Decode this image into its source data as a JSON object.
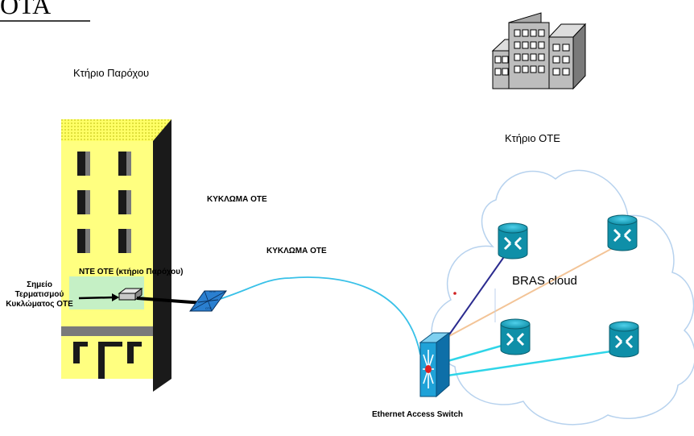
{
  "heading_fragment": "ΟΤΑ",
  "labels": {
    "provider_building": "Κτήριο Παρόχου",
    "ote_building": "Κτήριο ΟΤΕ",
    "circuit_label_1": "ΚΥΚΛΩΜΑ ΟΤΕ",
    "circuit_label_2": "ΚΥΚΛΩΜΑ ΟΤΕ",
    "nte_label": "NTE OTE (κτήριο Παρόχου)",
    "termination_line1": "Σημείο",
    "termination_line2": "Τερματισμού",
    "termination_line3": "Κυκλώματος ΟΤΕ",
    "bras_cloud": "BRAS cloud",
    "ethernet_switch": "Ethernet Access Switch",
    "nte_device_top": "NTE",
    "nte_device_bottom": "OTE"
  },
  "colors": {
    "building_yellow": "#ffff80",
    "building_shadow": "#1a1a1a",
    "router_teal": "#13a8c4",
    "switch_blue": "#1fa2d8",
    "cyan_link": "#2fd5e8",
    "navy_link": "#2b2b8f",
    "orange_link": "#f3c497",
    "curve_link": "#39c1e8"
  },
  "icons": {
    "provider_building": "office-building-icon",
    "ote_building": "office-tower-icon",
    "routers": "router-icon",
    "switch": "multilayer-switch-icon",
    "nte": "nte-modem-icon",
    "cloud": "cloud-icon"
  }
}
